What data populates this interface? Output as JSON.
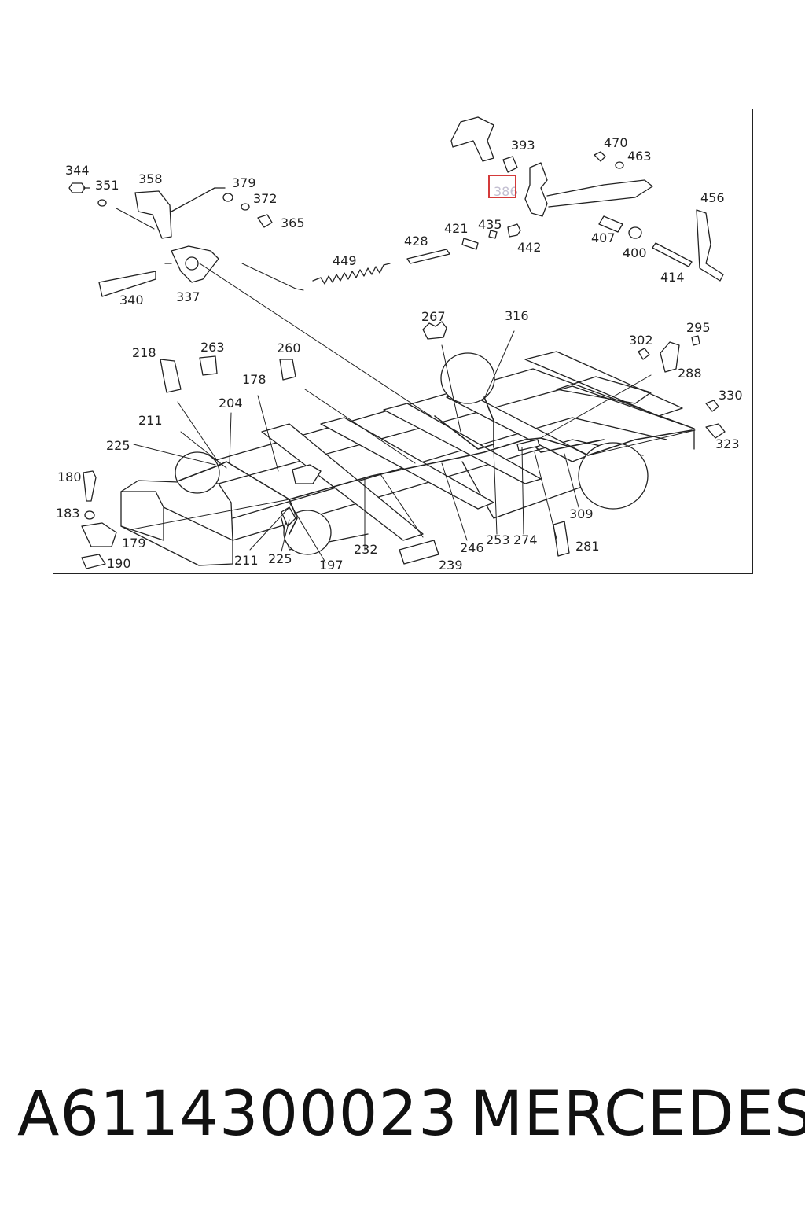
{
  "diagram": {
    "callouts": [
      {
        "id": "344",
        "text": "344"
      },
      {
        "id": "351",
        "text": "351"
      },
      {
        "id": "358",
        "text": "358"
      },
      {
        "id": "379",
        "text": "379"
      },
      {
        "id": "372",
        "text": "372"
      },
      {
        "id": "365",
        "text": "365"
      },
      {
        "id": "340",
        "text": "340"
      },
      {
        "id": "337",
        "text": "337"
      },
      {
        "id": "449",
        "text": "449"
      },
      {
        "id": "428",
        "text": "428"
      },
      {
        "id": "421",
        "text": "421"
      },
      {
        "id": "435",
        "text": "435"
      },
      {
        "id": "442",
        "text": "442"
      },
      {
        "id": "393",
        "text": "393"
      },
      {
        "id": "386",
        "text": "386"
      },
      {
        "id": "470",
        "text": "470"
      },
      {
        "id": "463",
        "text": "463"
      },
      {
        "id": "456",
        "text": "456"
      },
      {
        "id": "407",
        "text": "407"
      },
      {
        "id": "400",
        "text": "400"
      },
      {
        "id": "414",
        "text": "414"
      },
      {
        "id": "267",
        "text": "267"
      },
      {
        "id": "316",
        "text": "316"
      },
      {
        "id": "302",
        "text": "302"
      },
      {
        "id": "295",
        "text": "295"
      },
      {
        "id": "288",
        "text": "288"
      },
      {
        "id": "330",
        "text": "330"
      },
      {
        "id": "323",
        "text": "323"
      },
      {
        "id": "218",
        "text": "218"
      },
      {
        "id": "263",
        "text": "263"
      },
      {
        "id": "260",
        "text": "260"
      },
      {
        "id": "178",
        "text": "178"
      },
      {
        "id": "211a",
        "text": "211"
      },
      {
        "id": "204",
        "text": "204"
      },
      {
        "id": "225a",
        "text": "225"
      },
      {
        "id": "180",
        "text": "180"
      },
      {
        "id": "183",
        "text": "183"
      },
      {
        "id": "179",
        "text": "179"
      },
      {
        "id": "190",
        "text": "190"
      },
      {
        "id": "211b",
        "text": "211"
      },
      {
        "id": "225b",
        "text": "225"
      },
      {
        "id": "197",
        "text": "197"
      },
      {
        "id": "232",
        "text": "232"
      },
      {
        "id": "239",
        "text": "239"
      },
      {
        "id": "246",
        "text": "246"
      },
      {
        "id": "253",
        "text": "253"
      },
      {
        "id": "274",
        "text": "274"
      },
      {
        "id": "309",
        "text": "309"
      },
      {
        "id": "281",
        "text": "281"
      }
    ],
    "highlighted_callout": "386",
    "highlight_color": "#d43a3a"
  },
  "footer": {
    "part_number": "A6114300023",
    "brand": "MERCEDES"
  }
}
